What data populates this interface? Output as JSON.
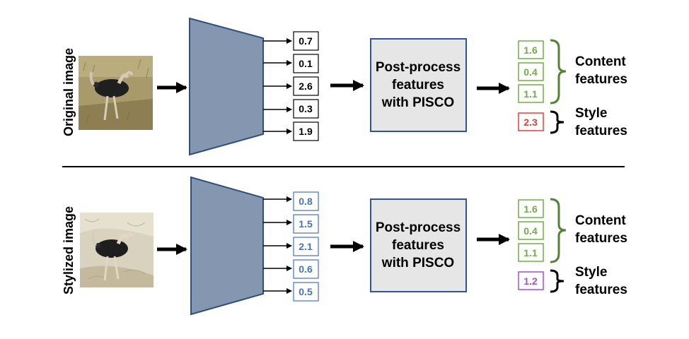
{
  "rows": [
    {
      "side_label": "Original image",
      "features": [
        "0.7",
        "0.1",
        "2.6",
        "0.3",
        "1.9"
      ],
      "feature_color": "#000000",
      "process_lines": [
        "Post-process",
        "features",
        "with PISCO"
      ],
      "content_values": [
        "1.6",
        "0.4",
        "1.1"
      ],
      "content_color": "#70ad47",
      "content_label": [
        "Content",
        "features"
      ],
      "style_value": "2.3",
      "style_color": "#e0403a",
      "style_label": [
        "Style",
        "features"
      ]
    },
    {
      "side_label": "Stylized image",
      "features": [
        "0.8",
        "1.5",
        "2.1",
        "0.6",
        "0.5"
      ],
      "feature_color": "#4472c4",
      "process_lines": [
        "Post-process",
        "features",
        "with PISCO"
      ],
      "content_values": [
        "1.6",
        "0.4",
        "1.1"
      ],
      "content_color": "#70ad47",
      "content_label": [
        "Content",
        "features"
      ],
      "style_value": "1.2",
      "style_color": "#a64fd1",
      "style_label": [
        "Style",
        "features"
      ]
    }
  ],
  "colors": {
    "encoder_fill": "#8496b0",
    "encoder_stroke": "#2f4f7f",
    "process_fill": "#e7e6e6",
    "process_stroke": "#2f5597",
    "content_bracket": "#548235",
    "arrow": "#000000",
    "divider": "#000000"
  },
  "icons": [
    "ostrich-photo",
    "ostrich-stylized-photo",
    "arrow-right-icon",
    "bracket-icon"
  ]
}
